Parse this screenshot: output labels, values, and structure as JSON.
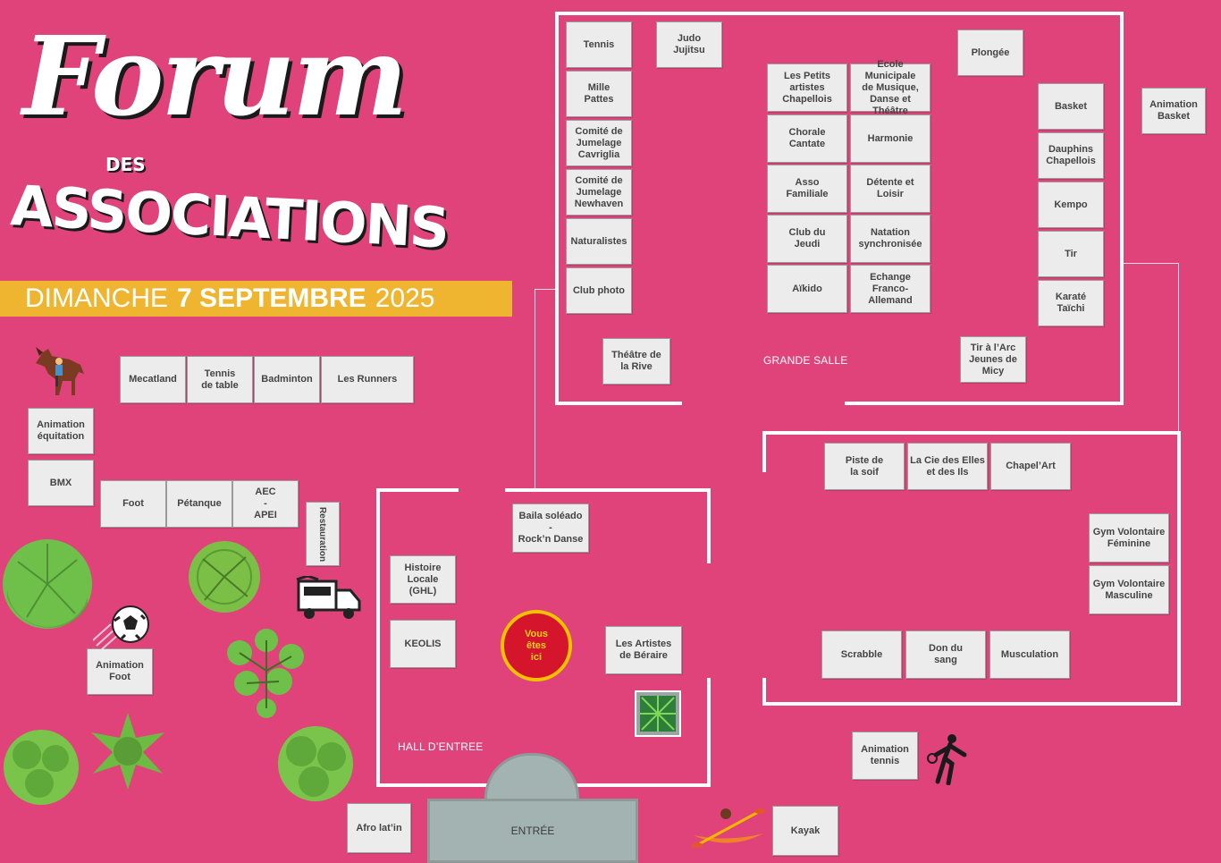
{
  "title": {
    "forum": "Forum",
    "des": "DES",
    "associations": "ASSOCIATIONS",
    "date_day": "DIMANCHE",
    "date_main": "7 SEPTEMBRE",
    "date_year": "2025"
  },
  "colors": {
    "background": "#df4379",
    "band": "#f0b530",
    "stand": "#ececec",
    "here_fill": "#d4152b",
    "here_ring": "#f2c100"
  },
  "rooms": {
    "grande_salle": "GRANDE SALLE",
    "hall": "HALL D’ENTREE",
    "entree": "ENTRÉE"
  },
  "you_are_here": "Vous\nêtes\nici",
  "stands": {
    "tennis": "Tennis",
    "judo": "Judo\nJujitsu",
    "mille_pattes": "Mille\nPattes",
    "cavriglia": "Comité de\nJumelage\nCavriglia",
    "newhaven": "Comité de\nJumelage\nNewhaven",
    "naturalistes": "Naturalistes",
    "club_photo": "Club photo",
    "theatre_rive": "Théâtre de\nla Rive",
    "petits_artistes": "Les Petits\nartistes\nChapellois",
    "ecole_musique": "Ecole Municipale\nde Musique,\nDanse et Théâtre",
    "chorale": "Chorale\nCantate",
    "harmonie": "Harmonie",
    "asso_familiale": "Asso\nFamiliale",
    "detente": "Détente et\nLoisir",
    "club_jeudi": "Club du\nJeudi",
    "natation": "Natation\nsynchronisée",
    "aikido": "Aïkido",
    "echange": "Echange\nFranco-Allemand",
    "plongee": "Plongée",
    "basket": "Basket",
    "animation_basket": "Animation\nBasket",
    "dauphins": "Dauphins\nChapellois",
    "kempo": "Kempo",
    "tir": "Tir",
    "karate": "Karaté\nTaïchi",
    "tir_arc": "Tir à l’Arc\nJeunes de\nMicy",
    "mecatland": "Mecatland",
    "tennis_table": "Tennis\nde table",
    "badminton": "Badminton",
    "runners": "Les Runners",
    "anim_equitation": "Animation\néquitation",
    "bmx": "BMX",
    "foot": "Foot",
    "petanque": "Pétanque",
    "aec_apei": "AEC\n-\nAPEI",
    "restauration": "Restauration",
    "anim_foot": "Animation\nFoot",
    "baila": "Baila soléado\n-\nRock’n Danse",
    "histoire_locale": "Histoire\nLocale\n(GHL)",
    "keolis": "KEOLIS",
    "artistes_beraire": "Les Artistes\nde Béraire",
    "piste_soif": "Piste de\nla soif",
    "cie_elles": "La Cie des Elles\net des Ils",
    "chapelart": "Chapel’Art",
    "gym_fem": "Gym Volontaire\nFéminine",
    "gym_masc": "Gym Volontaire\nMasculine",
    "scrabble": "Scrabble",
    "don_sang": "Don du\nsang",
    "musculation": "Musculation",
    "anim_tennis": "Animation\ntennis",
    "afro": "Afro lat’in",
    "kayak": "Kayak"
  }
}
